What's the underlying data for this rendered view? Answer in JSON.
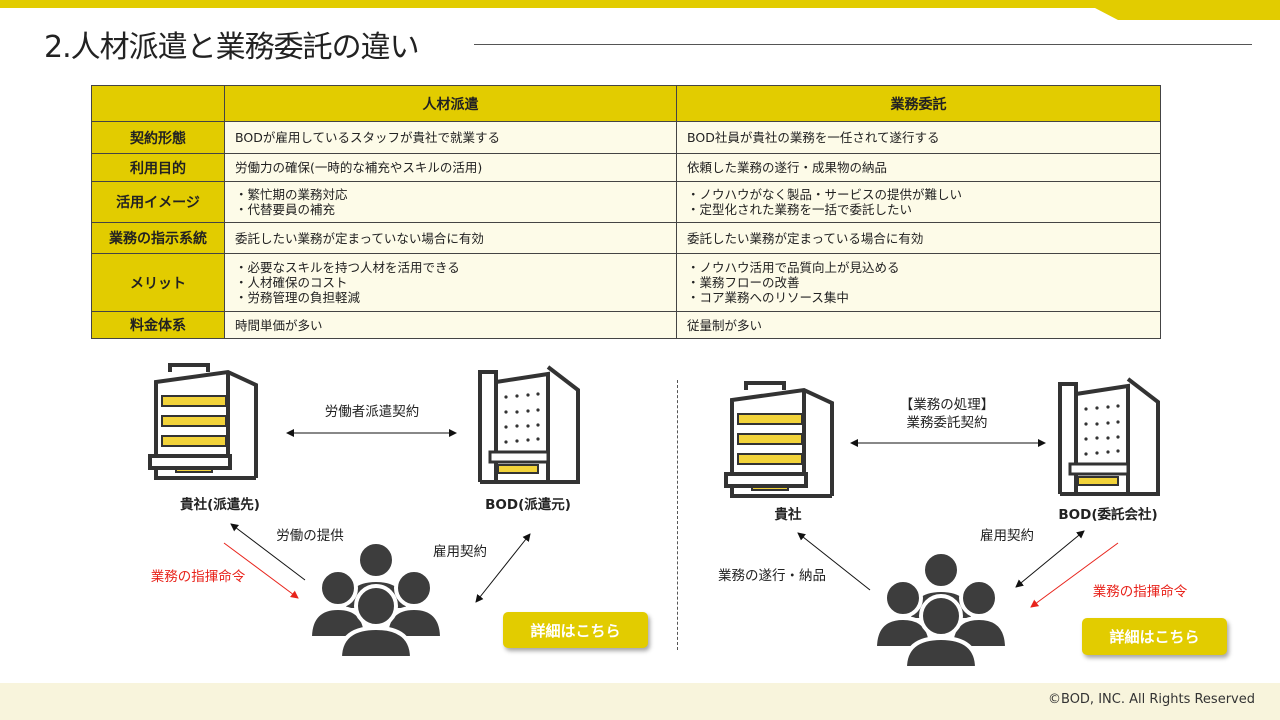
{
  "header": {
    "title": "2.人材派遣と業務委託の違い"
  },
  "colors": {
    "accent": "#e2cc00",
    "red": "#e8231b",
    "cell": "#fdfbe8",
    "icon": "#3d3d3d"
  },
  "table": {
    "headers": [
      "",
      "人材派遣",
      "業務委託"
    ],
    "rows": [
      {
        "label": "契約形態",
        "haken": [
          "BODが雇用しているスタッフが貴社で就業する"
        ],
        "itaku": [
          "BOD社員が貴社の業務を一任されて遂行する"
        ]
      },
      {
        "label": "利用目的",
        "haken": [
          "労働力の確保(一時的な補充やスキルの活用)"
        ],
        "itaku": [
          "依頼した業務の遂行・成果物の納品"
        ]
      },
      {
        "label": "活用イメージ",
        "haken": [
          "・繁忙期の業務対応",
          "・代替要員の補充"
        ],
        "itaku": [
          "・ノウハウがなく製品・サービスの提供が難しい",
          "・定型化された業務を一括で委託したい"
        ]
      },
      {
        "label": "業務の指示系統",
        "haken": [
          "委託したい業務が定まっていない場合に有効"
        ],
        "itaku": [
          "委託したい業務が定まっている場合に有効"
        ]
      },
      {
        "label": "メリット",
        "haken": [
          "・必要なスキルを持つ人材を活用できる",
          "・人材確保のコスト",
          "・労務管理の負担軽減"
        ],
        "itaku": [
          "・ノウハウ活用で品質向上が見込める",
          "・業務フローの改善",
          "・コア業務へのリソース集中"
        ]
      },
      {
        "label": "料金体系",
        "haken": [
          "時間単価が多い"
        ],
        "itaku": [
          "従量制が多い"
        ]
      }
    ]
  },
  "haken_diagram": {
    "client": "貴社(派遣先)",
    "bod": "BOD(派遣元)",
    "contract": "労働者派遣契約",
    "labor": "労働の提供",
    "command": "業務の指揮命令",
    "employment": "雇用契約",
    "button": "詳細はこちら"
  },
  "itaku_diagram": {
    "client": "貴社",
    "bod": "BOD(委託会社)",
    "contract_1": "【業務の処理】",
    "contract_2": "業務委託契約",
    "delivery": "業務の遂行・納品",
    "command": "業務の指揮命令",
    "employment": "雇用契約",
    "button": "詳細はこちら"
  },
  "footer": {
    "copyright": "©BOD, INC. All Rights Reserved"
  }
}
